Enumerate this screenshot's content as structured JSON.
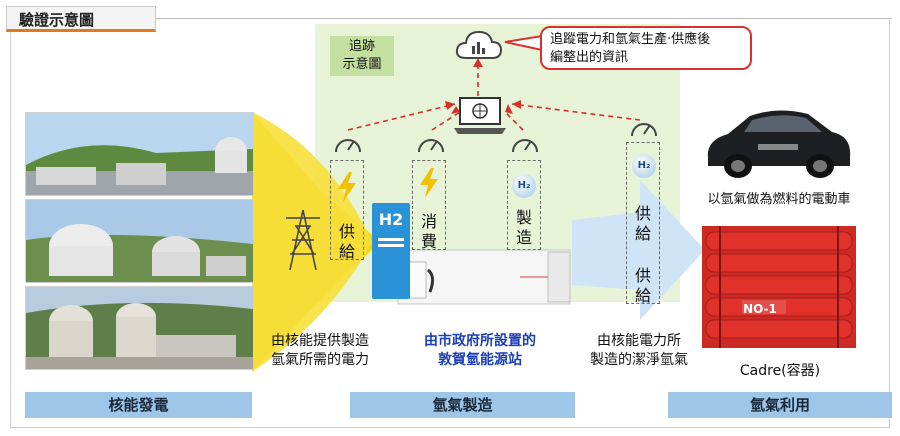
{
  "header": {
    "title": "驗證示意圖"
  },
  "tracking": {
    "label_line1": "追跡",
    "label_line2": "示意圖"
  },
  "callout": {
    "line1": "追蹤電力和氫氣生產‧供應後",
    "line2": "編整出的資訊"
  },
  "flow": {
    "supply_left": [
      "供",
      "給"
    ],
    "consume": [
      "消",
      "費"
    ],
    "produce": [
      "製",
      "造"
    ],
    "supply_right_1": [
      "供",
      "給"
    ],
    "supply_right_2": [
      "供",
      "給"
    ],
    "h2_box": "H2",
    "h2_chip": "H₂"
  },
  "captions": {
    "nuclear_supply_1": "由核能提供製造",
    "nuclear_supply_2": "氫氣所需的電力",
    "station_1": "由市政府所設置的",
    "station_2": "敦賀氫能源站",
    "clean_h2_1": "由核能電力所",
    "clean_h2_2": "製造的潔淨氫氣",
    "fcv": "以氫氣做為燃料的電動車",
    "cadre": "Cadre(容器)"
  },
  "cylinder_label": "NO-1",
  "bottom_bars": {
    "nuclear": "核能發電",
    "h2_production": "氫氣製造",
    "h2_use": "氫氣利用"
  },
  "colors": {
    "accent_orange": "#e07a1a",
    "bar_blue": "#9dc6e8",
    "green_zone": "#e6f3d7",
    "yellow": "#f4d40a",
    "arrow_red": "#d8302a",
    "cylinder_red": "#e0312b"
  },
  "icons": [
    "cloud-data-icon",
    "laptop-icon",
    "gauge-icon",
    "lightning-icon",
    "power-tower-icon"
  ]
}
